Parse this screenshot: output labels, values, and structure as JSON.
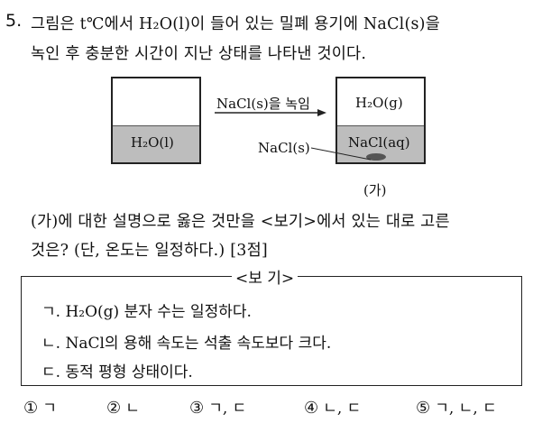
{
  "question": {
    "number": "5.",
    "line1": "그림은 t℃에서 H₂O(l)이 들어 있는 밀폐 용기에 NaCl(s)을",
    "line2": "녹인 후 충분한 시간이 지난 상태를 나타낸 것이다."
  },
  "figure": {
    "left_label": "H₂O(l)",
    "arrow_label": "NaCl(s)을 녹임",
    "right_top_label": "H₂O(g)",
    "right_bottom_label": "NaCl(aq)",
    "pointer_label": "NaCl(s)",
    "caption": "(가)"
  },
  "prompt": {
    "line1": "(가)에 대한 설명으로 옳은 것만을 <보기>에서 있는 대로 고른",
    "line2": "것은? (단, 온도는 일정하다.) [3점]"
  },
  "bogi": {
    "title": "<보 기>",
    "items": [
      "ㄱ. H₂O(g) 분자 수는 일정하다.",
      "ㄴ. NaCl의 용해 속도는 석출 속도보다 크다.",
      "ㄷ. 동적 평형 상태이다."
    ]
  },
  "choices": [
    {
      "num": "①",
      "text": "ㄱ"
    },
    {
      "num": "②",
      "text": "ㄴ"
    },
    {
      "num": "③",
      "text": "ㄱ, ㄷ"
    },
    {
      "num": "④",
      "text": "ㄴ, ㄷ"
    },
    {
      "num": "⑤",
      "text": "ㄱ, ㄴ, ㄷ"
    }
  ]
}
